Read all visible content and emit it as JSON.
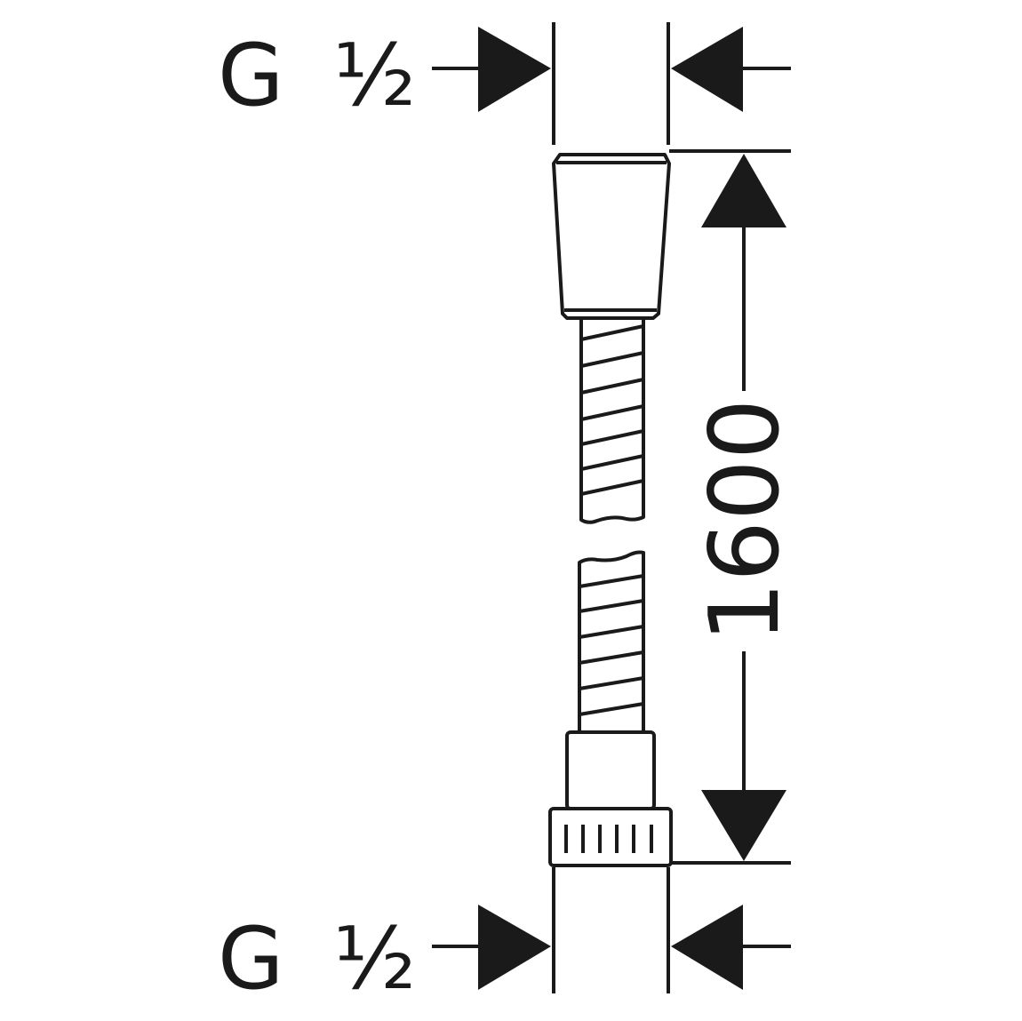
{
  "diagram": {
    "subject": "shower hose",
    "top_thread": {
      "letter": "G",
      "fraction": "½"
    },
    "bottom_thread": {
      "letter": "G",
      "fraction": "½"
    },
    "length_dimension": "1600",
    "colors": {
      "line": "#1a1a1a",
      "background": "#ffffff"
    }
  }
}
